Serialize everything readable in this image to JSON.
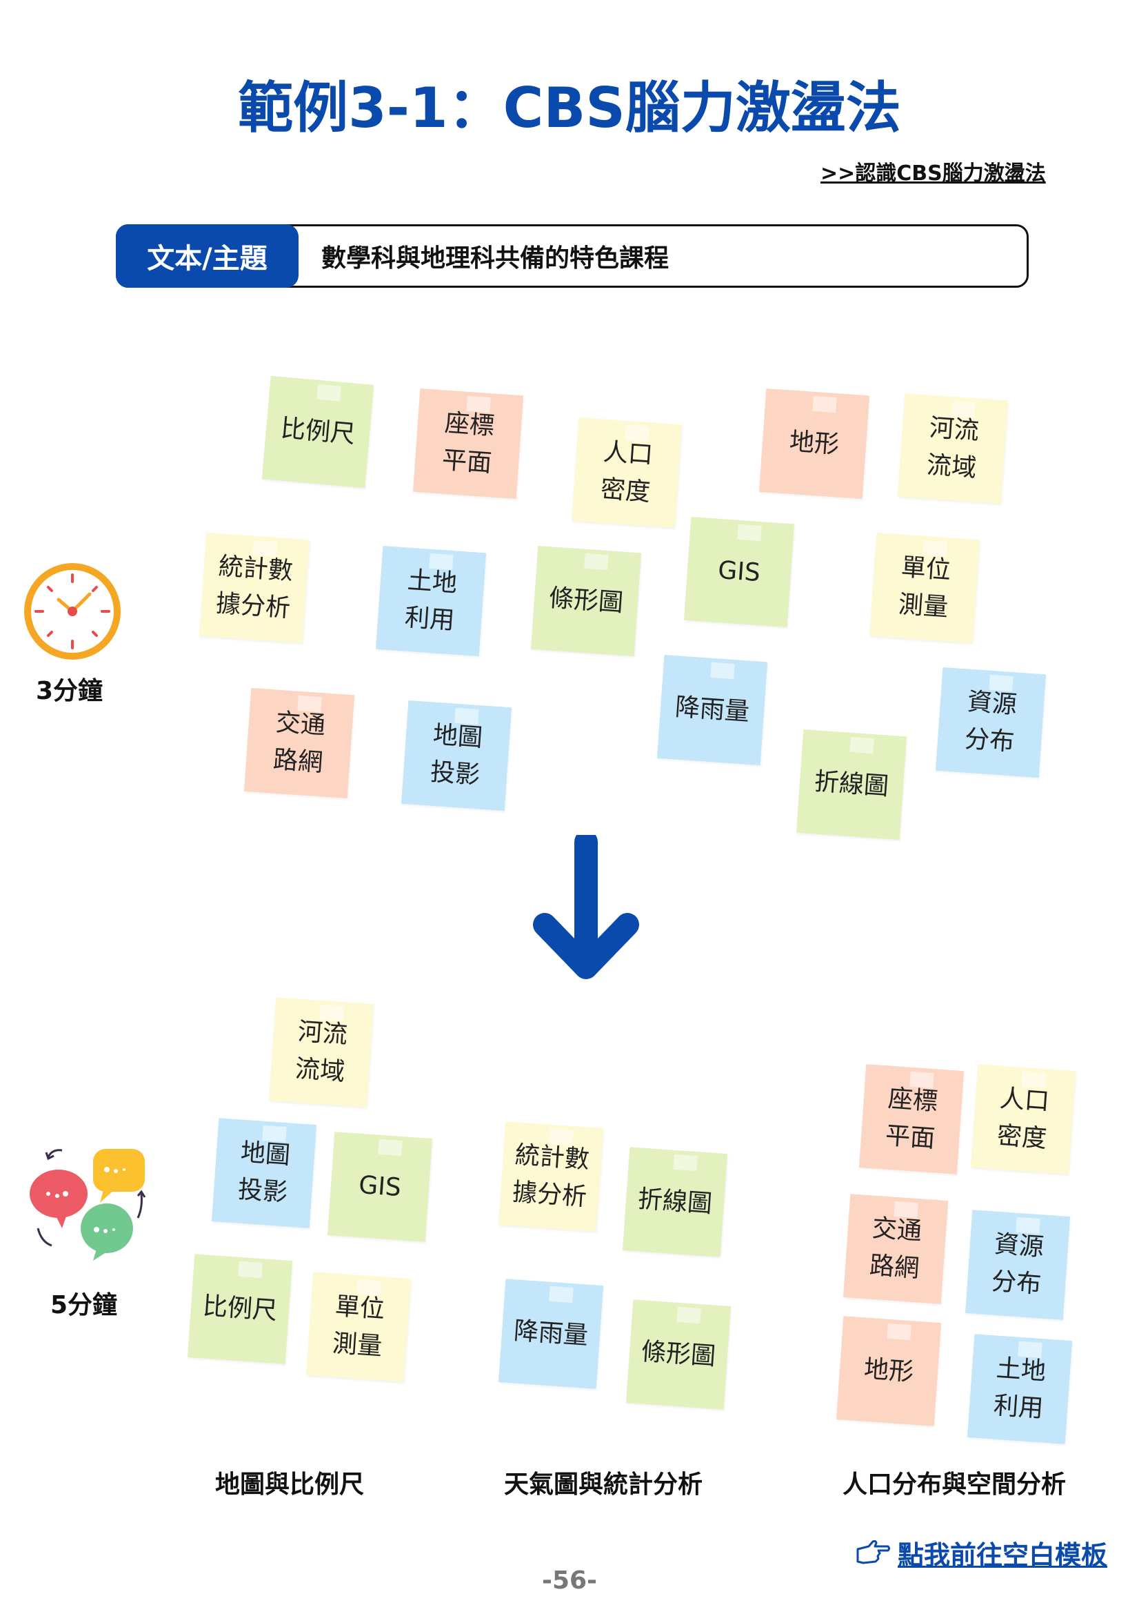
{
  "header": {
    "title": "範例3-1：CBS腦力激盪法",
    "intro_link": ">>認識CBS腦力激盪法"
  },
  "topic": {
    "label": "文本/主題",
    "value": "數學科與地理科共備的特色課程"
  },
  "stage1": {
    "timer": "3分鐘",
    "notes": [
      "比例尺",
      "座標\n平面",
      "人口\n密度",
      "地形",
      "河流\n流域",
      "統計數\n據分析",
      "土地\n利用",
      "條形圖",
      "GIS",
      "單位\n測量",
      "交通\n路網",
      "地圖\n投影",
      "降雨量",
      "折線圖",
      "資源\n分布"
    ]
  },
  "stage2": {
    "timer": "5分鐘",
    "groups": [
      {
        "label": "地圖與比例尺",
        "notes": [
          "河流\n流域",
          "地圖\n投影",
          "GIS",
          "比例尺",
          "單位\n測量"
        ]
      },
      {
        "label": "天氣圖與統計分析",
        "notes": [
          "統計數\n據分析",
          "折線圖",
          "降雨量",
          "條形圖"
        ]
      },
      {
        "label": "人口分布與空間分析",
        "notes": [
          "座標\n平面",
          "人口\n密度",
          "交通\n路網",
          "資源\n分布",
          "地形",
          "土地\n利用"
        ]
      }
    ]
  },
  "footer": {
    "template_link": "點我前往空白模板",
    "page_number": "-56-"
  },
  "colors": {
    "brand_blue": "#0a4aad",
    "note_green": "#e3f1bf",
    "note_peach": "#fdd5c3",
    "note_yellow": "#fdf9d2",
    "note_blue": "#c3e6fa"
  }
}
